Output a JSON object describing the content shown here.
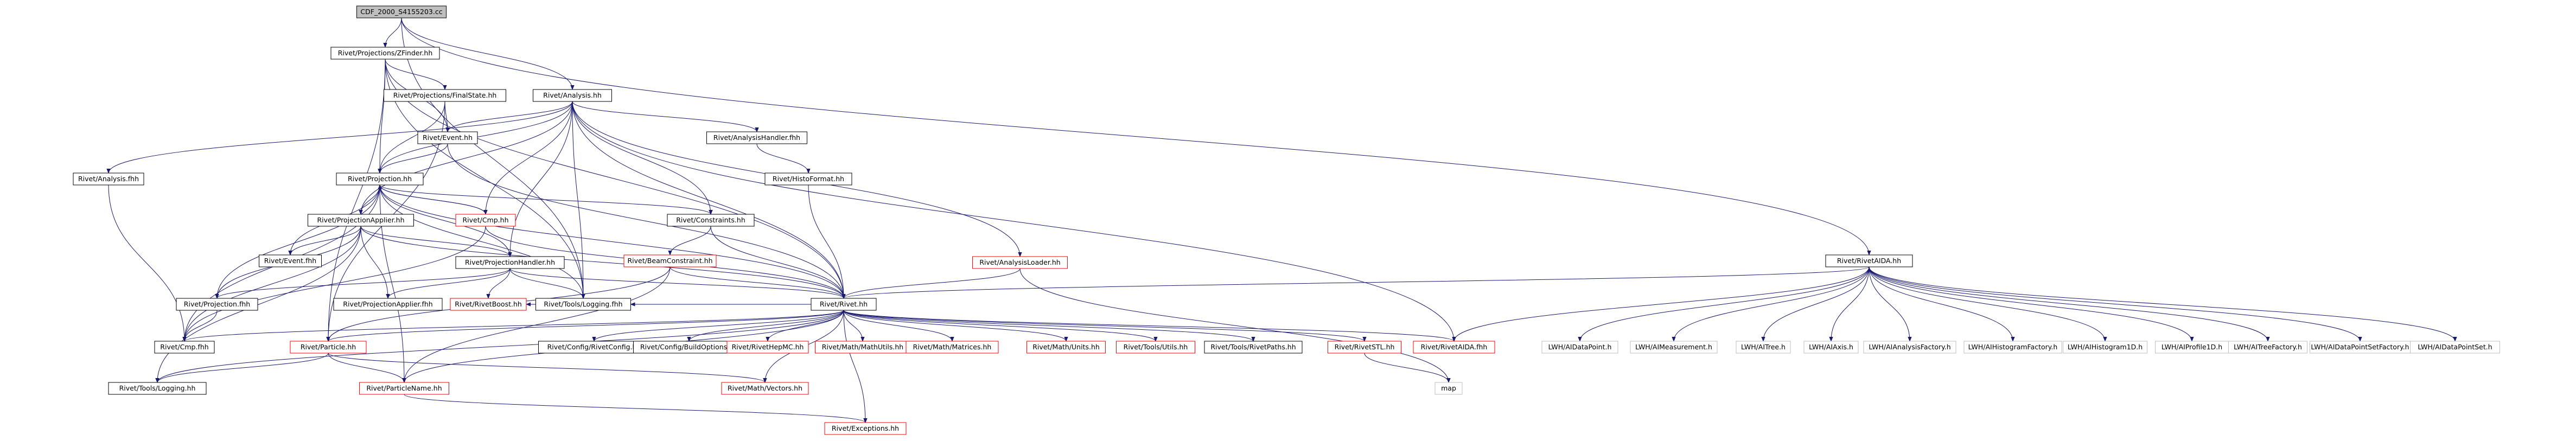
{
  "nodes": [
    {
      "id": "root",
      "label": "CDF_2000_S4155203.cc",
      "kind": "root"
    },
    {
      "id": "zfinder",
      "label": "Rivet/Projections/ZFinder.hh",
      "kind": "normal"
    },
    {
      "id": "analysis",
      "label": "Rivet/Analysis.hh",
      "kind": "normal"
    },
    {
      "id": "rivetaida",
      "label": "Rivet/RivetAIDA.hh",
      "kind": "normal"
    },
    {
      "id": "finalstate",
      "label": "Rivet/Projections/FinalState.hh",
      "kind": "normal"
    },
    {
      "id": "event",
      "label": "Rivet/Event.hh",
      "kind": "normal"
    },
    {
      "id": "analysisfhh",
      "label": "Rivet/Analysis.fhh",
      "kind": "normal"
    },
    {
      "id": "analysishandlerfhh",
      "label": "Rivet/AnalysisHandler.fhh",
      "kind": "normal"
    },
    {
      "id": "histoformat",
      "label": "Rivet/HistoFormat.hh",
      "kind": "normal"
    },
    {
      "id": "projection",
      "label": "Rivet/Projection.hh",
      "kind": "normal"
    },
    {
      "id": "analysisloader",
      "label": "Rivet/AnalysisLoader.hh",
      "kind": "missing"
    },
    {
      "id": "projapplier",
      "label": "Rivet/ProjectionApplier.hh",
      "kind": "normal"
    },
    {
      "id": "cmp",
      "label": "Rivet/Cmp.hh",
      "kind": "missing"
    },
    {
      "id": "constraints",
      "label": "Rivet/Constraints.hh",
      "kind": "normal"
    },
    {
      "id": "beamconstraint",
      "label": "Rivet/BeamConstraint.hh",
      "kind": "missing"
    },
    {
      "id": "eventfhh",
      "label": "Rivet/Event.fhh",
      "kind": "normal"
    },
    {
      "id": "projhandler",
      "label": "Rivet/ProjectionHandler.hh",
      "kind": "normal"
    },
    {
      "id": "projfhh",
      "label": "Rivet/Projection.fhh",
      "kind": "normal"
    },
    {
      "id": "projapplierfhh",
      "label": "Rivet/ProjectionApplier.fhh",
      "kind": "normal"
    },
    {
      "id": "rivetboost",
      "label": "Rivet/RivetBoost.hh",
      "kind": "missing"
    },
    {
      "id": "loggingfhh",
      "label": "Rivet/Tools/Logging.fhh",
      "kind": "normal"
    },
    {
      "id": "rivet",
      "label": "Rivet/Rivet.hh",
      "kind": "normal"
    },
    {
      "id": "cmpfhh",
      "label": "Rivet/Cmp.fhh",
      "kind": "normal"
    },
    {
      "id": "particle",
      "label": "Rivet/Particle.hh",
      "kind": "missing"
    },
    {
      "id": "rivetconfig",
      "label": "Rivet/Config/RivetConfig.hh",
      "kind": "normal"
    },
    {
      "id": "buildoptions",
      "label": "Rivet/Config/BuildOptions.hh",
      "kind": "normal"
    },
    {
      "id": "rivethepmc",
      "label": "Rivet/RivetHepMC.hh",
      "kind": "missing"
    },
    {
      "id": "mathutils",
      "label": "Rivet/Math/MathUtils.hh",
      "kind": "missing"
    },
    {
      "id": "matrices",
      "label": "Rivet/Math/Matrices.hh",
      "kind": "missing"
    },
    {
      "id": "units",
      "label": "Rivet/Math/Units.hh",
      "kind": "missing"
    },
    {
      "id": "utils",
      "label": "Rivet/Tools/Utils.hh",
      "kind": "missing"
    },
    {
      "id": "rivetpaths",
      "label": "Rivet/Tools/RivetPaths.hh",
      "kind": "normal"
    },
    {
      "id": "rivetstl",
      "label": "Rivet/RivetSTL.hh",
      "kind": "missing"
    },
    {
      "id": "rivetaidafhh",
      "label": "Rivet/RivetAIDA.fhh",
      "kind": "missing"
    },
    {
      "id": "logginghh",
      "label": "Rivet/Tools/Logging.hh",
      "kind": "normal"
    },
    {
      "id": "particlename",
      "label": "Rivet/ParticleName.hh",
      "kind": "missing"
    },
    {
      "id": "vectors",
      "label": "Rivet/Math/Vectors.hh",
      "kind": "missing"
    },
    {
      "id": "map",
      "label": "map",
      "kind": "external"
    },
    {
      "id": "exceptions",
      "label": "Rivet/Exceptions.hh",
      "kind": "missing"
    },
    {
      "id": "ldatapoint",
      "label": "LWH/AIDataPoint.h",
      "kind": "external"
    },
    {
      "id": "lmeasurement",
      "label": "LWH/AIMeasurement.h",
      "kind": "external"
    },
    {
      "id": "ltree",
      "label": "LWH/AITree.h",
      "kind": "external"
    },
    {
      "id": "laxis",
      "label": "LWH/AIAxis.h",
      "kind": "external"
    },
    {
      "id": "lanalysisfactory",
      "label": "LWH/AIAnalysisFactory.h",
      "kind": "external"
    },
    {
      "id": "lhistogramfactory",
      "label": "LWH/AIHistogramFactory.h",
      "kind": "external"
    },
    {
      "id": "lhistogram1d",
      "label": "LWH/AIHistogram1D.h",
      "kind": "external"
    },
    {
      "id": "lprofile1d",
      "label": "LWH/AIProfile1D.h",
      "kind": "external"
    },
    {
      "id": "ltreefactory",
      "label": "LWH/AITreeFactory.h",
      "kind": "external"
    },
    {
      "id": "ldpsfactory",
      "label": "LWH/AIDataPointSetFactory.h",
      "kind": "external"
    },
    {
      "id": "ldpset",
      "label": "LWH/AIDataPointSet.h",
      "kind": "external"
    }
  ],
  "edges": [
    [
      "root",
      "zfinder"
    ],
    [
      "root",
      "analysis"
    ],
    [
      "root",
      "rivetaida"
    ],
    [
      "root",
      "loggingfhh"
    ],
    [
      "zfinder",
      "finalstate"
    ],
    [
      "zfinder",
      "event"
    ],
    [
      "zfinder",
      "projection"
    ],
    [
      "zfinder",
      "rivet"
    ],
    [
      "zfinder",
      "particle"
    ],
    [
      "zfinder",
      "loggingfhh"
    ],
    [
      "finalstate",
      "event"
    ],
    [
      "finalstate",
      "projection"
    ],
    [
      "finalstate",
      "particle"
    ],
    [
      "analysis",
      "event"
    ],
    [
      "analysis",
      "analysisfhh"
    ],
    [
      "analysis",
      "analysishandlerfhh"
    ],
    [
      "analysis",
      "projection"
    ],
    [
      "analysis",
      "projapplier"
    ],
    [
      "analysis",
      "projhandler"
    ],
    [
      "analysis",
      "constraints"
    ],
    [
      "analysis",
      "analysisloader"
    ],
    [
      "analysis",
      "loggingfhh"
    ],
    [
      "analysis",
      "rivet"
    ],
    [
      "analysis",
      "rivetaidafhh"
    ],
    [
      "analysis",
      "cmp"
    ],
    [
      "analysishandlerfhh",
      "histoformat"
    ],
    [
      "histoformat",
      "rivet"
    ],
    [
      "analysisfhh",
      "cmpfhh"
    ],
    [
      "event",
      "projection"
    ],
    [
      "event",
      "rivet"
    ],
    [
      "projection",
      "projapplier"
    ],
    [
      "projection",
      "cmp"
    ],
    [
      "projection",
      "constraints"
    ],
    [
      "projection",
      "eventfhh"
    ],
    [
      "projection",
      "projhandler"
    ],
    [
      "projection",
      "rivet"
    ],
    [
      "projection",
      "cmpfhh"
    ],
    [
      "projection",
      "loggingfhh"
    ],
    [
      "projection",
      "particlename"
    ],
    [
      "projection",
      "projfhh"
    ],
    [
      "projapplier",
      "eventfhh"
    ],
    [
      "projapplier",
      "projhandler"
    ],
    [
      "projapplier",
      "projfhh"
    ],
    [
      "projapplier",
      "projapplierfhh"
    ],
    [
      "projapplier",
      "rivet"
    ],
    [
      "projapplier",
      "cmpfhh"
    ],
    [
      "projapplier",
      "logginghh"
    ],
    [
      "cmp",
      "rivet"
    ],
    [
      "cmp",
      "projection"
    ],
    [
      "cmp",
      "cmpfhh"
    ],
    [
      "constraints",
      "beamconstraint"
    ],
    [
      "constraints",
      "rivet"
    ],
    [
      "beamconstraint",
      "rivet"
    ],
    [
      "beamconstraint",
      "particle"
    ],
    [
      "beamconstraint",
      "particlename"
    ],
    [
      "projhandler",
      "projapplierfhh"
    ],
    [
      "projhandler",
      "rivetboost"
    ],
    [
      "projhandler",
      "loggingfhh"
    ],
    [
      "projhandler",
      "projfhh"
    ],
    [
      "projhandler",
      "rivet"
    ],
    [
      "projfhh",
      "cmpfhh"
    ],
    [
      "analysisloader",
      "rivet"
    ],
    [
      "analysisloader",
      "map"
    ],
    [
      "rivetaida",
      "rivet"
    ],
    [
      "rivetaida",
      "rivetaidafhh"
    ],
    [
      "rivetaida",
      "ldatapoint"
    ],
    [
      "rivetaida",
      "lmeasurement"
    ],
    [
      "rivetaida",
      "ltree"
    ],
    [
      "rivetaida",
      "laxis"
    ],
    [
      "rivetaida",
      "lanalysisfactory"
    ],
    [
      "rivetaida",
      "lhistogramfactory"
    ],
    [
      "rivetaida",
      "lhistogram1d"
    ],
    [
      "rivetaida",
      "lprofile1d"
    ],
    [
      "rivetaida",
      "ltreefactory"
    ],
    [
      "rivetaida",
      "ldpsfactory"
    ],
    [
      "rivetaida",
      "ldpset"
    ],
    [
      "rivet",
      "rivetconfig"
    ],
    [
      "rivet",
      "buildoptions"
    ],
    [
      "rivet",
      "rivethepmc"
    ],
    [
      "rivet",
      "mathutils"
    ],
    [
      "rivet",
      "matrices"
    ],
    [
      "rivet",
      "units"
    ],
    [
      "rivet",
      "utils"
    ],
    [
      "rivet",
      "rivetpaths"
    ],
    [
      "rivet",
      "rivetstl"
    ],
    [
      "rivet",
      "rivetaidafhh"
    ],
    [
      "rivet",
      "particle"
    ],
    [
      "rivet",
      "particlename"
    ],
    [
      "rivet",
      "logginghh"
    ],
    [
      "rivet",
      "vectors"
    ],
    [
      "rivet",
      "exceptions"
    ],
    [
      "rivet",
      "loggingfhh"
    ],
    [
      "rivet",
      "cmpfhh"
    ],
    [
      "rivet",
      "rivetboost"
    ],
    [
      "particle",
      "particlename"
    ],
    [
      "particle",
      "vectors"
    ],
    [
      "particle",
      "logginghh"
    ],
    [
      "particlename",
      "exceptions"
    ],
    [
      "rivetstl",
      "map"
    ]
  ]
}
